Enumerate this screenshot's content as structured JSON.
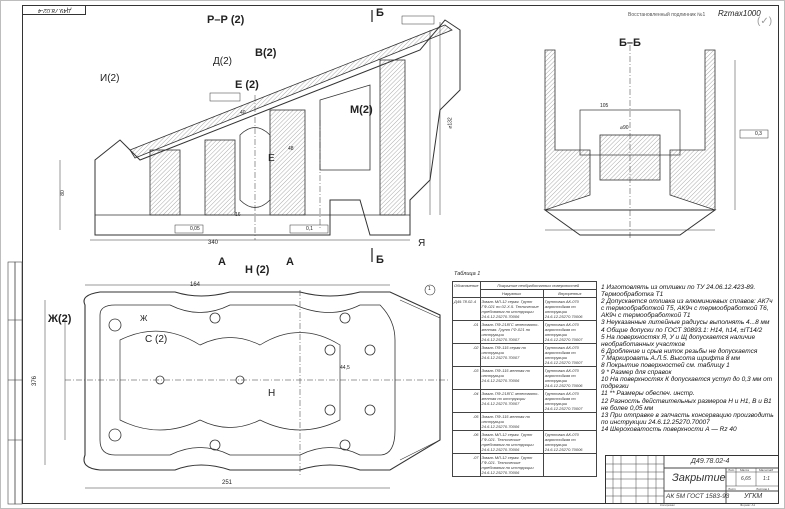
{
  "drawing": {
    "designation": "Д49.78.02-4",
    "restored_note": "Восстановленный подлинник №1",
    "roughness": "Rzmax1000",
    "roughness_symbol": "(✓)"
  },
  "views": {
    "section_pp": "Р–Р (2)",
    "view_v": "В(2)",
    "view_d": "Д(2)",
    "view_i": "И(2)",
    "view_e": "Е (2)",
    "cut_b_top": "Б",
    "cut_b_bottom": "Б",
    "view_m": "М(2)",
    "view_a_left": "А",
    "view_a_right": "А",
    "view_n": "Н (2)",
    "view_zh": "Ж(2)",
    "view_s": "С (2)",
    "section_bb": "Б–Б",
    "mark_e": "Е",
    "mark_n": "Н",
    "mark_ya": "Я",
    "mark_zh": "Ж"
  },
  "dimensions": {
    "d340": "340",
    "d251": "251",
    "d376": "376",
    "d164": "164",
    "d16": "16",
    "d80": "80",
    "d40": "40",
    "d44_5": "44,5",
    "d48": "48",
    "d105": "105",
    "tol_005": "0,05",
    "tol_01": "0,1",
    "tol_03": "0,3",
    "d132": "⌀132",
    "d90": "⌀90",
    "bal_1": "1"
  },
  "table1": {
    "title": "Таблица 1",
    "header_designation": "Обозначение",
    "header_coating": "Покрытие необработанных поверхностей",
    "header_outer": "Наружных",
    "header_inner": "Внутренних",
    "rows": [
      {
        "id": "Д49.78.02-4",
        "outer": "Эмаль МЛ-12 серая. Грунт ГФ-021 по 02.Х.5. Технические требования по инструкции 24.6.12.25270.70006",
        "inner": "Грунтовка АК-070 жаростойкая по инструкции 24.6.12.25270.70006"
      },
      {
        "id": "-01",
        "outer": "Эмаль ПФ-218ГС зеленовато-желтая. Грунт ГФ-021 по инструкции 24.6.12.25270.70007",
        "inner": "Грунтовка АК-070 жаростойкая по инструкции 24.6.12.25270.70007"
      },
      {
        "id": "-02",
        "outer": "Эмаль ПФ-115 серая по инструкции 24.6.12.25270.70007",
        "inner": "Грунтовка АК-070 жаростойкая по инструкции 24.6.12.25270.70007"
      },
      {
        "id": "-03",
        "outer": "Эмаль ПФ-115 желтая по инструкции 24.6.12.25270.70006",
        "inner": "Грунтовка АК-070 жаростойкая по инструкции 24.6.12.25270.70006"
      },
      {
        "id": "-04",
        "outer": "Эмаль ПФ-218ГС зеленовато-желтая по инструкции 24.6.12.25270.70007",
        "inner": "Грунтовка АК-070 жаростойкая по инструкции 24.6.12.25270.70007"
      },
      {
        "id": "-05",
        "outer": "Эмаль ПФ-115 желтая по инструкции 24.6.12.25270.70006",
        "inner": ""
      },
      {
        "id": "-06",
        "outer": "Эмаль МЛ-12 серая. Грунт ГФ-021. Технические требования по инструкции 24.6.12.25270.70006",
        "inner": "Грунтовка АК-070 жаростойкая по инструкции 24.6.12.25270.70006"
      },
      {
        "id": "-07",
        "outer": "Эмаль МЛ-12 серая. Грунт ГФ-021. Технические требования по инструкции 24.6.12.25270.70006",
        "inner": ""
      }
    ]
  },
  "notes": [
    "1 Изготовлять из отливки по ТУ 24.06.12.423-89. Термообработка Т1",
    "2 Допускается отливка из алюминиевых сплавов: АК7ч с термообработкой Т5, АК9ч с термообработкой Т6, АК9ч с термообработкой Т1",
    "3 Неуказанные литейные радиусы выполнять 4...8 мм",
    "4 Общие допуски по ГОСТ 30893.1: H14, h14, ±IT14/2",
    "5 На поверхностях Я, У и Щ допускается наличие необработанных участков",
    "6 Дробление и срыв ниток резьбы не допускается",
    "7 Маркировать А.Л.5. Высота шрифта 8 мм",
    "8 Покрытие поверхностей см. таблицу 1",
    "9 * Размер для справок",
    "10 На поверхностях К допускается уступ до 0,3 мм от подрезки",
    "11 ** Размеры обеспеч. инстр.",
    "12 Разность действительных размеров Н и Н1, В и В1 не более 0,05 мм",
    "13 При отправке в запчасть консервацию производить по инструкции 24.6.12.25270.70007",
    "14 Шероховатость поверхности А — Rz 40"
  ],
  "title_block": {
    "designation": "Д49.78.02-4",
    "name": "Закрытие",
    "material": "АК 5М ГОСТ 1583-93",
    "organization": "УГКМ",
    "mass": "6,65",
    "scale": "1:1",
    "col_lit": "Лит.",
    "col_mass": "Масса",
    "col_scale": "Масштаб",
    "sheet": "Лист",
    "sheets": "Листов 1",
    "copied": "Копировал",
    "format": "Формат A1"
  }
}
